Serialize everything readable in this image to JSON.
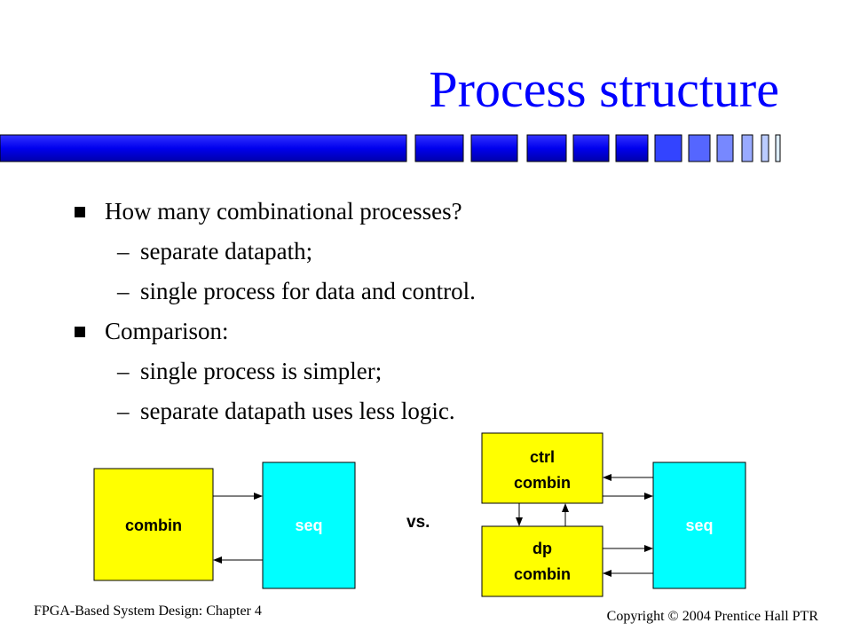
{
  "slide": {
    "title": "Process structure",
    "bullets": [
      {
        "text": "How many combinational processes?",
        "sub": [
          "separate datapath;",
          "single process for data and control."
        ]
      },
      {
        "text": "Comparison:",
        "sub": [
          "single process is simpler;",
          "separate datapath uses less logic."
        ]
      }
    ],
    "sub_marker": "–"
  },
  "diagram": {
    "left": {
      "combin_label": "combin",
      "seq_label": "seq"
    },
    "vs_label": "vs.",
    "right": {
      "ctrl_label_line1": "ctrl",
      "ctrl_label_line2": "combin",
      "dp_label_line1": "dp",
      "dp_label_line2": "combin",
      "seq_label": "seq"
    },
    "colors": {
      "combin": "#ffff00",
      "seq": "#00ffff",
      "seq_text": "#ffffff",
      "title": "#0000ff"
    }
  },
  "footer": {
    "left": "FPGA-Based System Design: Chapter 4",
    "right": "Copyright © 2004 Prentice Hall PTR"
  }
}
